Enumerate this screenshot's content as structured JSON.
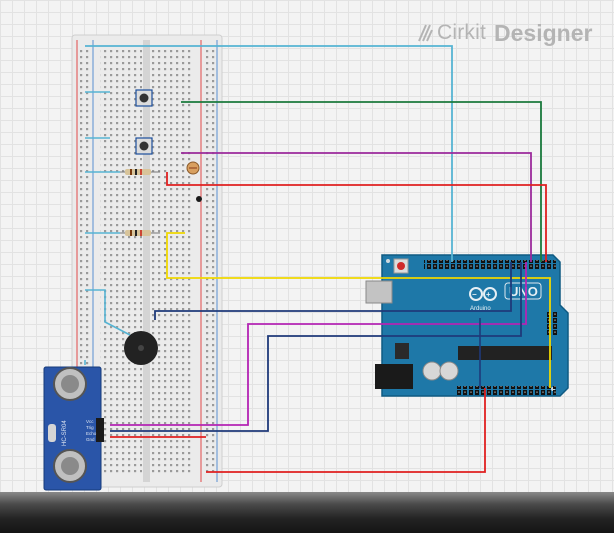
{
  "app": {
    "brand_word1": "Cirkit",
    "brand_word2": "Designer"
  },
  "arduino": {
    "board_label": "UNO",
    "brand_label": "Arduino"
  },
  "sensor": {
    "label": "HC-SR04",
    "pins": [
      "Vcc",
      "Trig",
      "Echo",
      "Gnd"
    ]
  },
  "wire_colors": {
    "cyan": "#56b4d3",
    "green": "#1b7a3d",
    "purple": "#9b2a9b",
    "red": "#e02020",
    "yellow": "#f0d800",
    "navy": "#1f3a7a",
    "magenta": "#b424b4"
  }
}
